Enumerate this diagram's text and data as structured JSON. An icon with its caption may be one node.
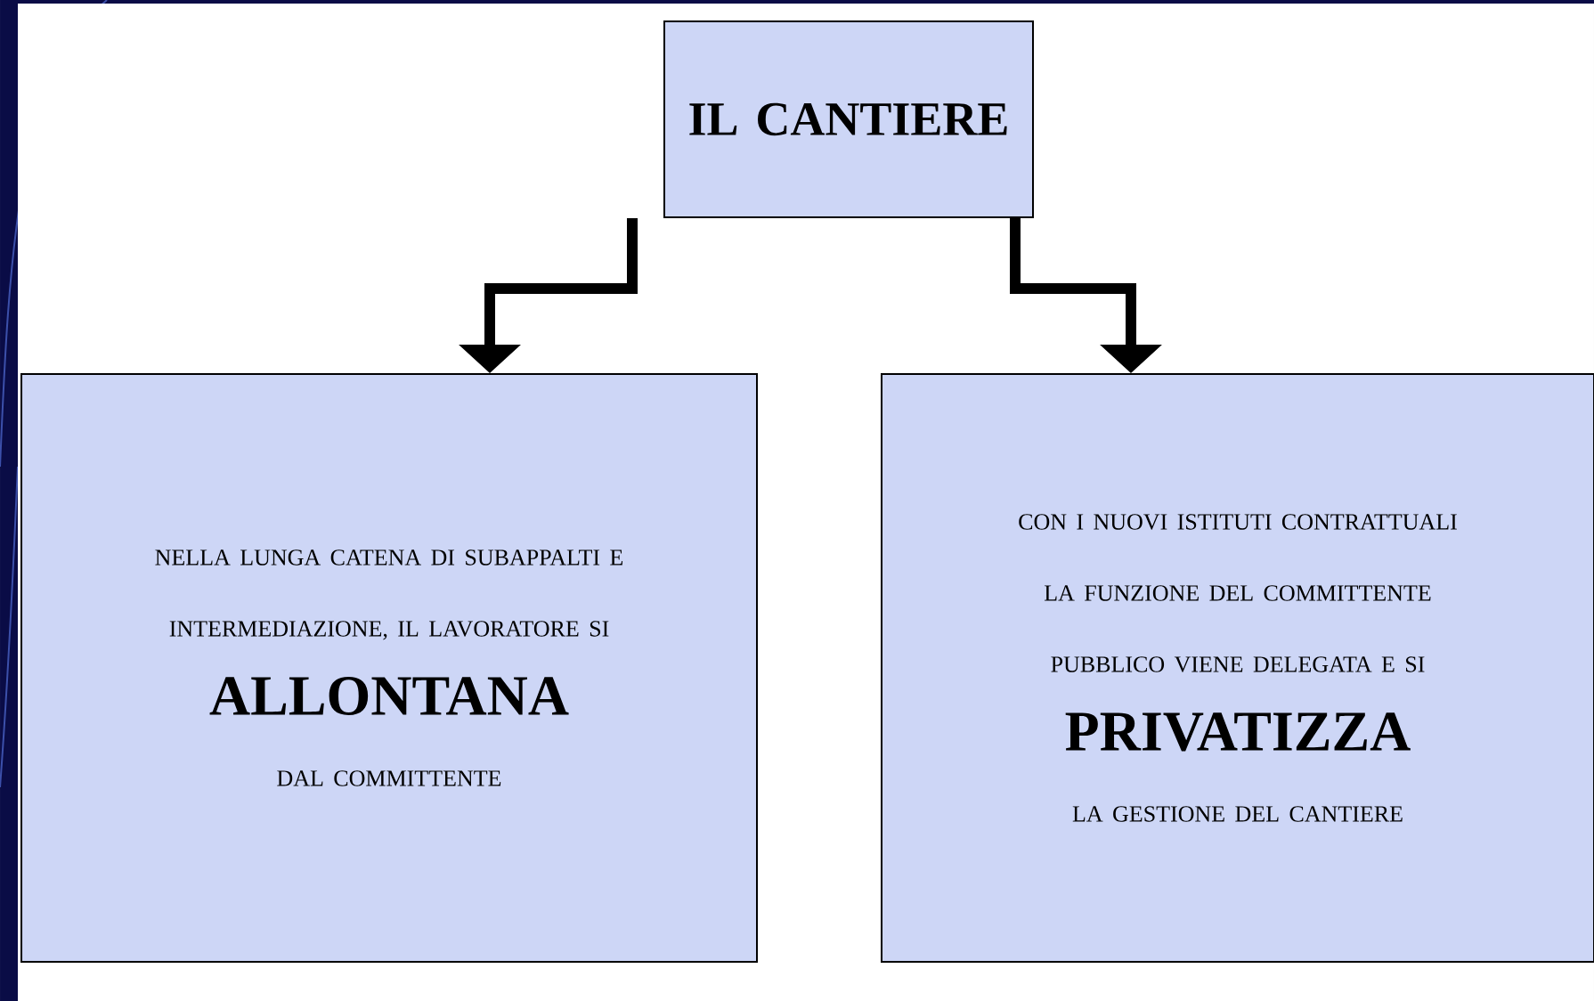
{
  "diagram": {
    "nodes": [
      {
        "text": [
          "IL CANTIERE"
        ]
      },
      {
        "text": [
          "NELLA LUNGA CATENA DI SUBAPPALTI E INTERMEDIAZIONE, IL LAVORATORE SI",
          "ALLONTANA",
          "DAL COMMITTENTE"
        ]
      },
      {
        "text": [
          "CON I NUOVI ISTITUTI CONTRATTUALI LA FUNZIONE DEL COMMITTENTE PUBBLICO VIENE DELEGATA E SI",
          "PRIVATIZZA",
          "LA GESTIONE DEL CANTIERE"
        ]
      }
    ],
    "edges": [
      {
        "from": 0,
        "to": 1,
        "arrow": "to"
      },
      {
        "from": 0,
        "to": 2,
        "arrow": "to"
      }
    ]
  }
}
